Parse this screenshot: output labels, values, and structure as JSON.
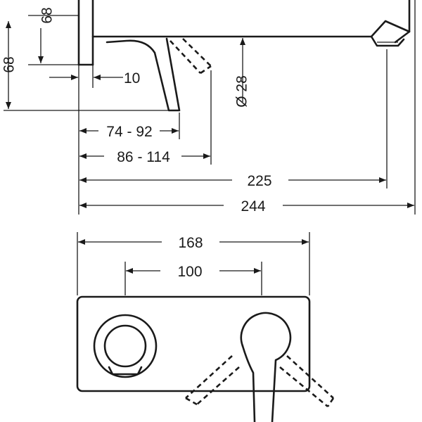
{
  "diagram": {
    "colors": {
      "ink": "#1a1a1a",
      "background": "#ffffff"
    },
    "side_view": {
      "dim_top_68": "68",
      "dim_side_68": "68",
      "dim_10": "10",
      "dim_diameter": "Ø 28",
      "dim_74_92": "74 - 92",
      "dim_86_114": "86 - 114",
      "dim_225": "225",
      "dim_244": "244"
    },
    "front_view": {
      "dim_168": "168",
      "dim_100": "100"
    }
  }
}
